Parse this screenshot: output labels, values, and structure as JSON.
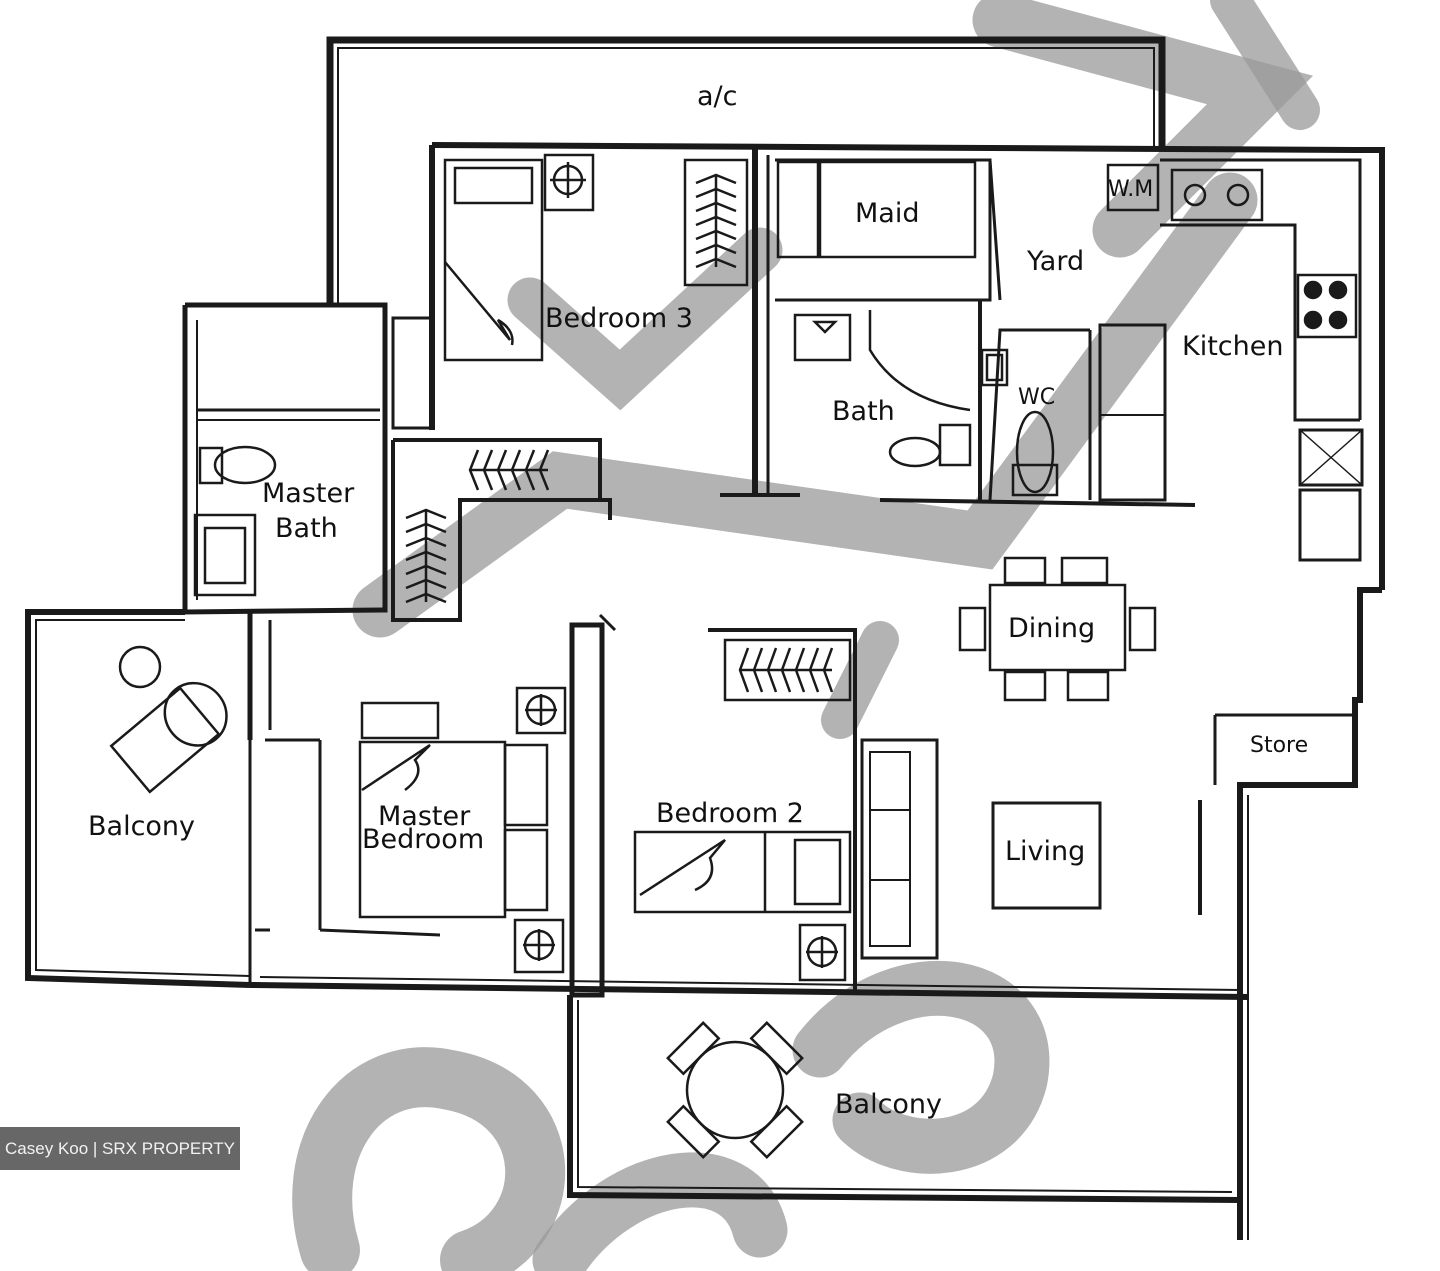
{
  "rooms": {
    "ac_ledge": "a/c",
    "bedroom3": "Bedroom 3",
    "maid": "Maid",
    "yard": "Yard",
    "wm": "W.M",
    "kitchen": "Kitchen",
    "bath": "Bath",
    "wc": "WC",
    "master_bath_1": "Master",
    "master_bath_2": "Bath",
    "dining": "Dining",
    "store": "Store",
    "living": "Living",
    "master_bedroom_1": "Master",
    "master_bedroom_2": "Bedroom",
    "bedroom2": "Bedroom 2",
    "balcony_left": "Balcony",
    "balcony_bottom": "Balcony"
  },
  "watermark": {
    "color": "#9a9a9a"
  },
  "credit": "Casey Koo | SRX PROPERTY",
  "colors": {
    "ink": "#1a1a1a",
    "paper": "#ffffff"
  }
}
